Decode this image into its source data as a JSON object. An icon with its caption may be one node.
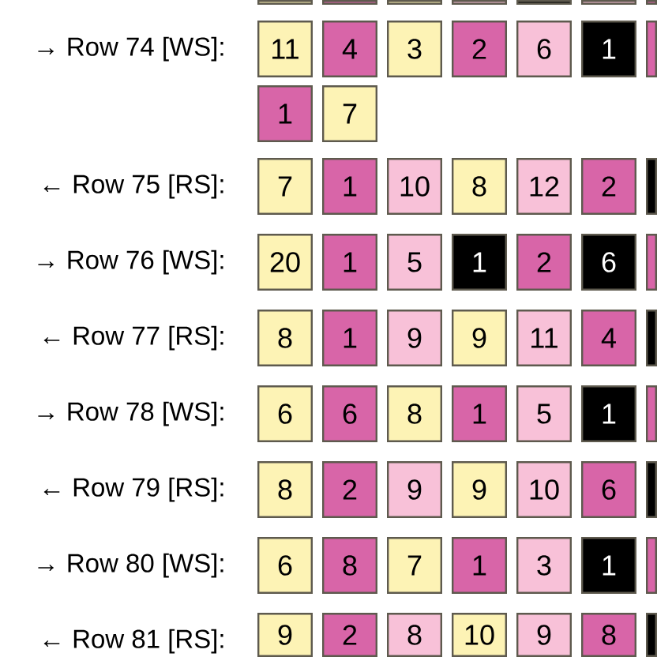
{
  "diagram": {
    "nodes": [
      {
        "text": [],
        "shape": "box"
      },
      {
        "text": [],
        "shape": "box"
      },
      {
        "text": [],
        "shape": "box"
      },
      {
        "text": [],
        "shape": "box"
      },
      {
        "text": [],
        "shape": "box"
      },
      {
        "text": [],
        "shape": "box"
      },
      {
        "text": [],
        "shape": "box"
      },
      {
        "text": [
          "11"
        ]
      },
      {
        "text": [
          "4"
        ]
      },
      {
        "text": [
          "3"
        ]
      },
      {
        "text": [
          "2"
        ]
      },
      {
        "text": [
          "6"
        ]
      },
      {
        "text": [
          "1"
        ]
      },
      {
        "text": [],
        "shape": "box"
      },
      {
        "text": [
          "1"
        ]
      },
      {
        "text": [
          "7"
        ]
      },
      {
        "text": [
          "7"
        ]
      },
      {
        "text": [
          "1"
        ]
      },
      {
        "text": [
          "10"
        ]
      },
      {
        "text": [
          "8"
        ]
      },
      {
        "text": [
          "12"
        ]
      },
      {
        "text": [
          "2"
        ]
      },
      {
        "text": [],
        "shape": "box"
      },
      {
        "text": [
          "20"
        ]
      },
      {
        "text": [
          "1"
        ]
      },
      {
        "text": [
          "5"
        ]
      },
      {
        "text": [
          "1"
        ]
      },
      {
        "text": [
          "2"
        ]
      },
      {
        "text": [
          "6"
        ]
      },
      {
        "text": [],
        "shape": "box"
      },
      {
        "text": [
          "8"
        ]
      },
      {
        "text": [
          "1"
        ]
      },
      {
        "text": [
          "9"
        ]
      },
      {
        "text": [
          "9"
        ]
      },
      {
        "text": [
          "11"
        ]
      },
      {
        "text": [
          "4"
        ]
      },
      {
        "text": [],
        "shape": "box"
      },
      {
        "text": [
          "6"
        ]
      },
      {
        "text": [
          "6"
        ]
      },
      {
        "text": [
          "8"
        ]
      },
      {
        "text": [
          "1"
        ]
      },
      {
        "text": [
          "5"
        ]
      },
      {
        "text": [
          "1"
        ]
      },
      {
        "text": [],
        "shape": "box"
      },
      {
        "text": [
          "8"
        ]
      },
      {
        "text": [
          "2"
        ]
      },
      {
        "text": [
          "9"
        ]
      },
      {
        "text": [
          "9"
        ]
      },
      {
        "text": [
          "10"
        ]
      },
      {
        "text": [
          "6"
        ]
      },
      {
        "text": [],
        "shape": "box"
      },
      {
        "text": [
          "6"
        ]
      },
      {
        "text": [
          "8"
        ]
      },
      {
        "text": [
          "7"
        ]
      },
      {
        "text": [
          "1"
        ]
      },
      {
        "text": [
          "3"
        ]
      },
      {
        "text": [
          "1"
        ]
      },
      {
        "text": [],
        "shape": "box"
      },
      {
        "text": [
          "9"
        ]
      },
      {
        "text": [
          "2"
        ]
      },
      {
        "text": [
          "8"
        ]
      },
      {
        "text": [
          "10"
        ]
      },
      {
        "text": [
          "9"
        ]
      },
      {
        "text": [
          "8"
        ]
      },
      {
        "text": [],
        "shape": "box"
      }
    ],
    "labels": [
      "→ Row 74 [WS]:",
      "← Row 75 [RS]:",
      "→ Row 76 [WS]:",
      "← Row 77 [RS]:",
      "→ Row 78 [WS]:",
      "← Row 79 [RS]:",
      "→ Row 80 [WS]:",
      "← Row 81 [RS]:"
    ]
  }
}
